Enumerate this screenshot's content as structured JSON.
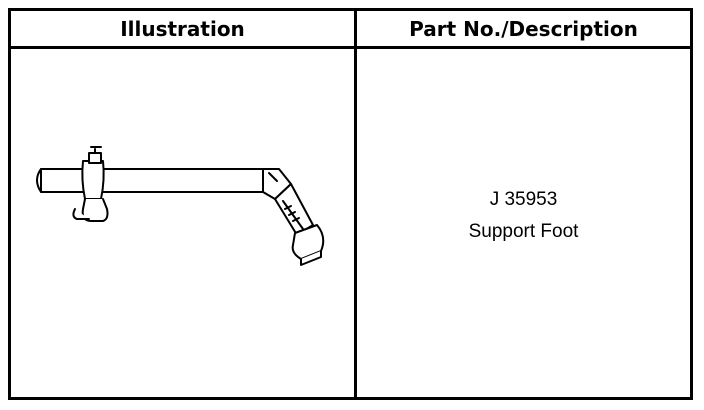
{
  "table": {
    "headers": {
      "illustration": "Illustration",
      "part": "Part No./Description"
    },
    "rows": [
      {
        "illustration_icon": "support-foot-tool-icon",
        "part_no": "J 35953",
        "description": "Support Foot"
      }
    ]
  },
  "colors": {
    "ink": "#000000",
    "paper": "#ffffff"
  }
}
